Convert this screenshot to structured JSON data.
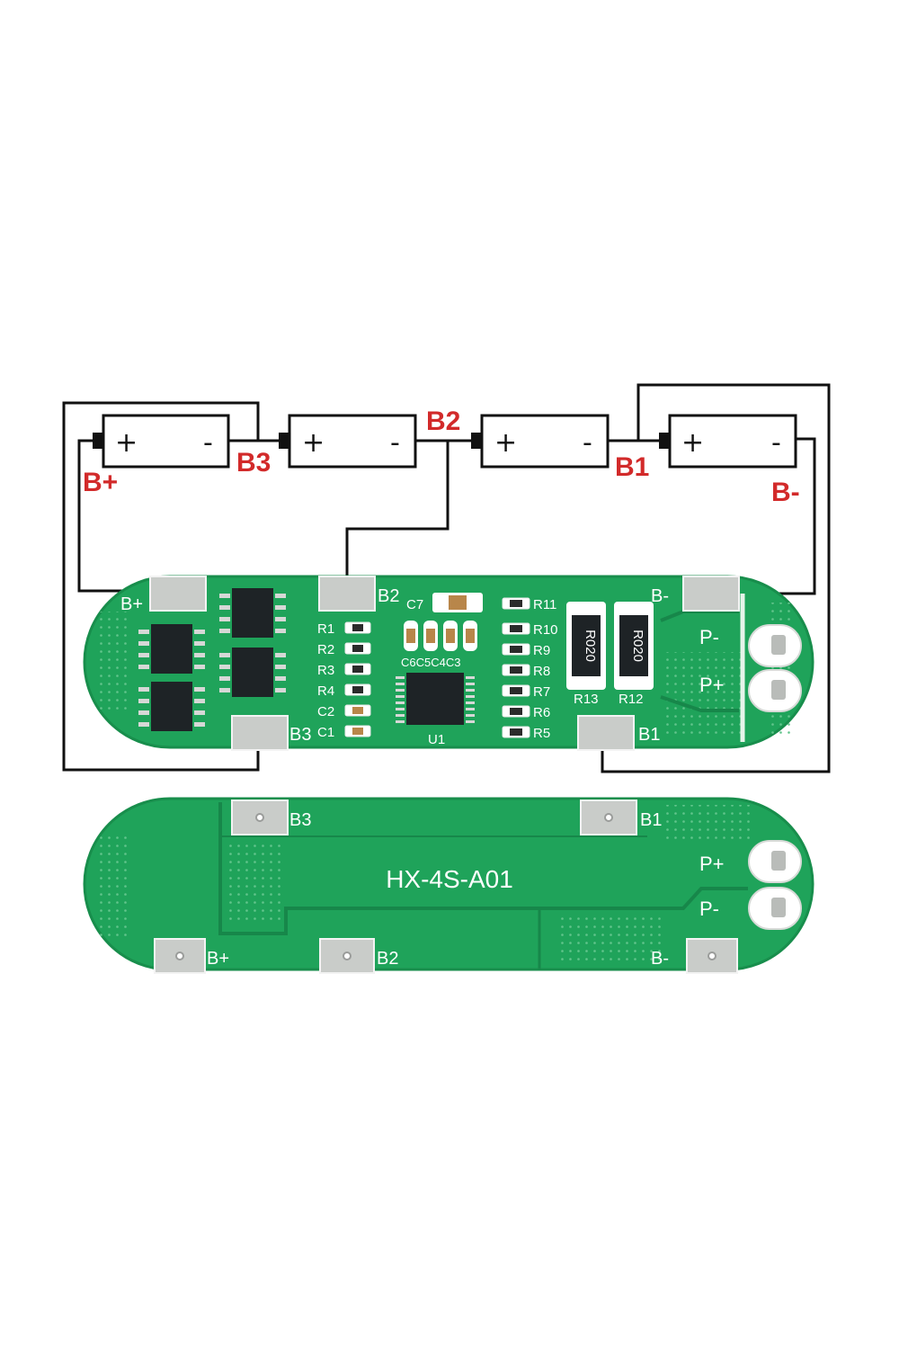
{
  "colors": {
    "pcb_green": "#1fa35a",
    "pcb_edge": "#188e4c",
    "label_red": "#d22a2a",
    "wire": "#111111",
    "pad": "#c9ccc9",
    "silk": "#ffffff",
    "chip": "#1e2326"
  },
  "wiring_labels": {
    "b_plus": "B+",
    "b3": "B3",
    "b2": "B2",
    "b1": "B1",
    "b_minus": "B-"
  },
  "cells": [
    {
      "plus": "+",
      "minus": "-"
    },
    {
      "plus": "+",
      "minus": "-"
    },
    {
      "plus": "+",
      "minus": "-"
    },
    {
      "plus": "+",
      "minus": "-"
    }
  ],
  "top_board": {
    "pad_labels": {
      "b_plus": "B+",
      "b2": "B2",
      "b_minus": "B-",
      "b3": "B3",
      "b1": "B1",
      "p_minus": "P-",
      "p_plus": "P+"
    },
    "resistors_left": [
      "R1",
      "R2",
      "R3",
      "R4"
    ],
    "caps_left": [
      "C2",
      "C1"
    ],
    "resistors_right": [
      "R11",
      "R10",
      "R9",
      "R8",
      "R7",
      "R6",
      "R5"
    ],
    "cap_top": "C7",
    "caps_row": "C6C5C4C3",
    "ic_label": "U1",
    "shunt_labels": [
      "R13",
      "R12"
    ],
    "shunt_marking": "R020"
  },
  "bottom_board": {
    "model": "HX-4S-A01",
    "pad_labels": {
      "b3": "B3",
      "b1": "B1",
      "b_plus": "B+",
      "b2": "B2",
      "b_minus": "B-",
      "p_plus": "P+",
      "p_minus": "P-"
    }
  }
}
